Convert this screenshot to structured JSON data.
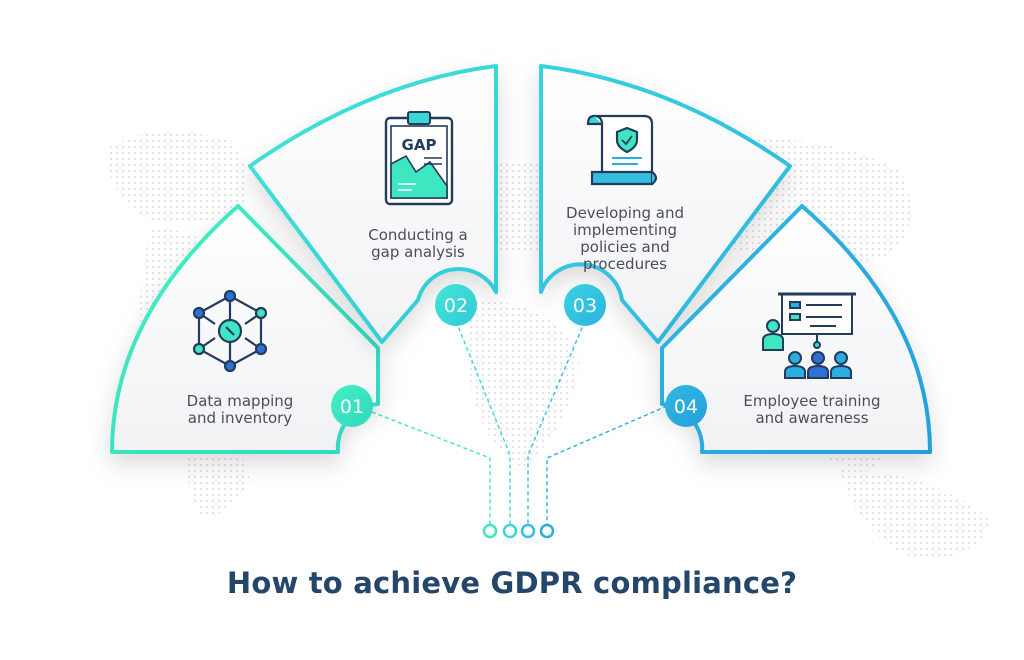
{
  "title": "How to achieve GDPR compliance?",
  "steps": [
    {
      "number": "01",
      "lines": [
        "Data mapping",
        "and inventory"
      ],
      "icon": "network-cube-icon",
      "color": "#3ee6c1"
    },
    {
      "number": "02",
      "lines": [
        "Conducting a",
        "gap analysis"
      ],
      "icon": "gap-clipboard-icon",
      "color": "#3ad8d2"
    },
    {
      "number": "03",
      "lines": [
        "Developing and",
        "implementing",
        "policies and",
        "procedures"
      ],
      "icon": "policy-document-icon",
      "color": "#34bfe0"
    },
    {
      "number": "04",
      "lines": [
        "Employee training",
        "and awareness"
      ],
      "icon": "training-presentation-icon",
      "color": "#2aaee0"
    }
  ],
  "icon_text": {
    "gap": "GAP"
  },
  "colors": {
    "title": "#24466b",
    "navy": "#233b5d",
    "mint": "#3ee6c1",
    "blue": "#2aaee0"
  }
}
